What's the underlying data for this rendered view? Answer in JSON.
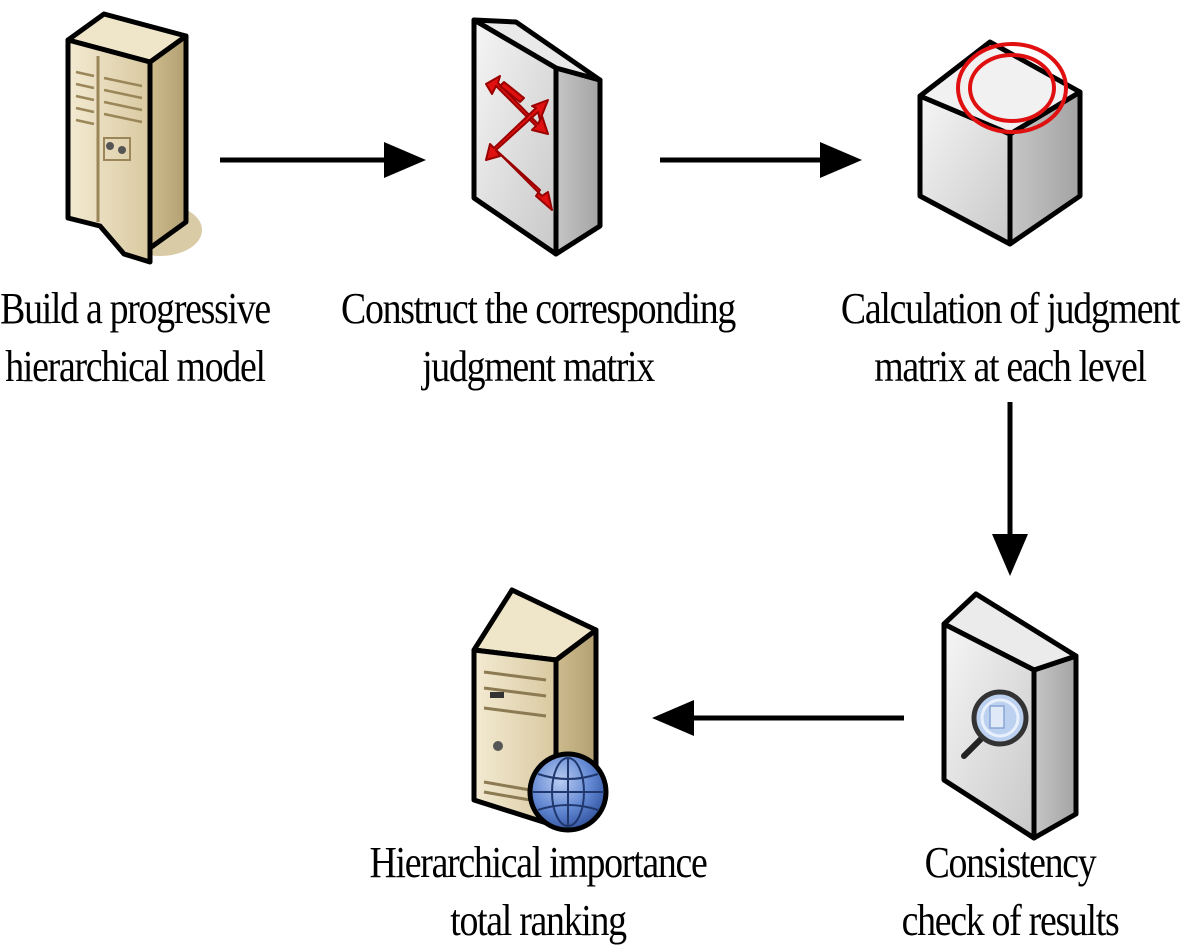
{
  "steps": [
    {
      "id": "build",
      "line1": "Build a progressive",
      "line2": "hierarchical model",
      "icon": "tower-server-icon"
    },
    {
      "id": "construct",
      "line1": "Construct the corresponding",
      "line2": "judgment matrix",
      "icon": "network-switch-icon"
    },
    {
      "id": "calculate",
      "line1": "Calculation of judgment",
      "line2": "matrix at each level",
      "icon": "router-cube-icon"
    },
    {
      "id": "check",
      "line1": "Consistency",
      "line2": "check of results",
      "icon": "magnifier-server-icon"
    },
    {
      "id": "ranking",
      "line1": "Hierarchical importance",
      "line2": "total ranking",
      "icon": "web-server-globe-icon"
    }
  ],
  "colors": {
    "server_beige": "#e6d9b8",
    "server_shade": "#c4b38a",
    "gray_face": "#e4e4e4",
    "gray_side": "#b9b9b9",
    "accent_red": "#e01010",
    "globe_blue": "#4f78c8",
    "arrow": "#000000"
  }
}
